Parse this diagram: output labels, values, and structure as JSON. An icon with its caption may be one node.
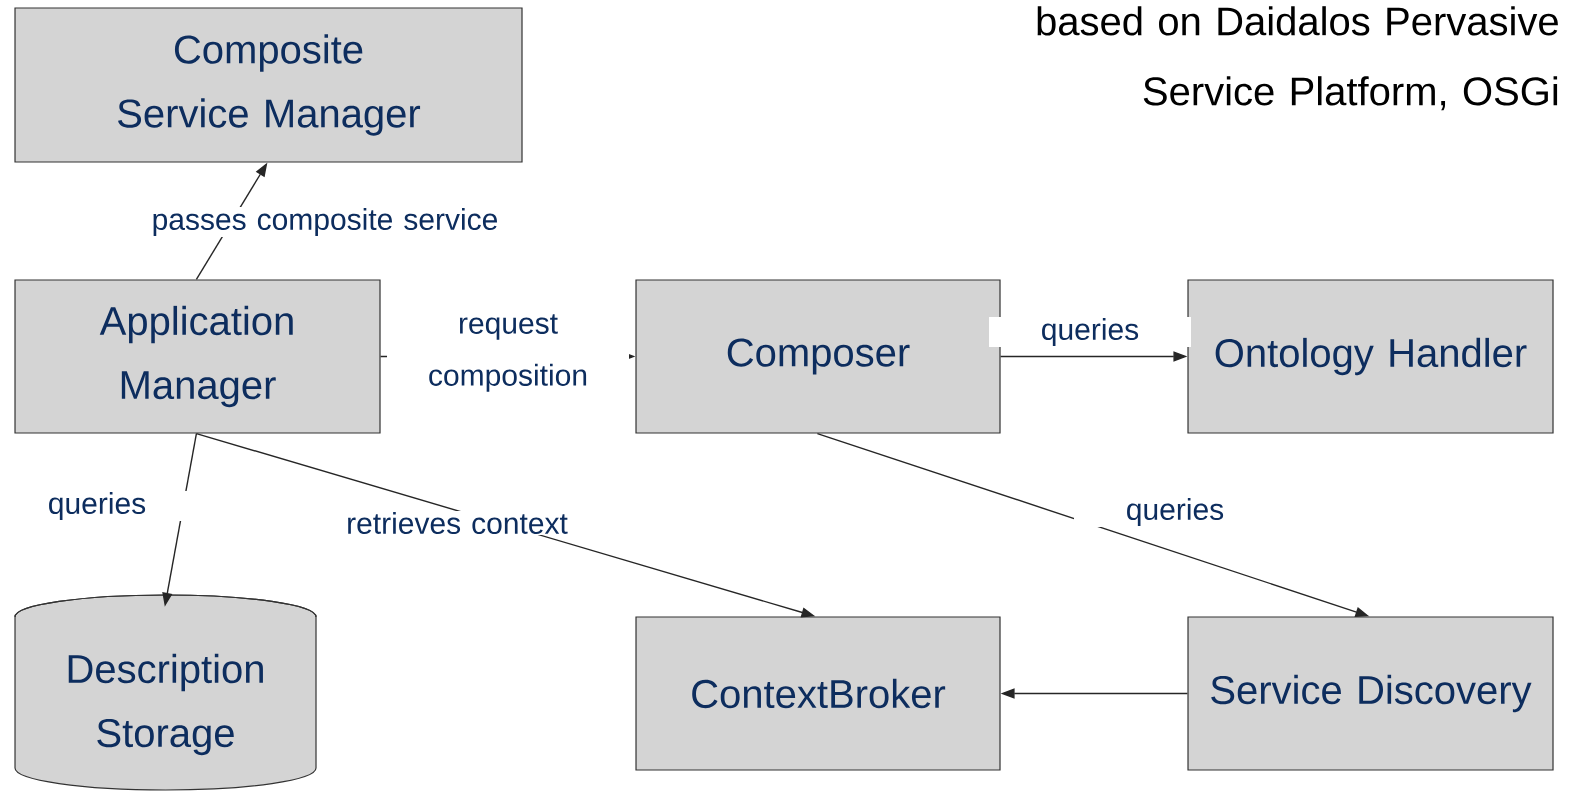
{
  "diagram": {
    "nodes": [
      {
        "text": [
          "Composite Service Manager"
        ]
      },
      {
        "text": [
          "Application Manager"
        ]
      },
      {
        "text": [
          "Composer"
        ]
      },
      {
        "text": [
          "Ontology Handler"
        ]
      },
      {
        "text": [
          "Description Storage"
        ]
      },
      {
        "text": [
          "ContextBroker"
        ]
      },
      {
        "text": [
          "Service Discovery"
        ]
      }
    ],
    "edges": [
      {
        "from": 1,
        "to": 0,
        "arrow": "to",
        "label": "passes composite service"
      },
      {
        "from": 1,
        "to": 2,
        "arrow": "to",
        "label": "request composition"
      },
      {
        "from": 2,
        "to": 3,
        "arrow": "to",
        "label": "queries"
      },
      {
        "from": 1,
        "to": 4,
        "arrow": "to",
        "label": "queries"
      },
      {
        "from": 1,
        "to": 5,
        "arrow": "to",
        "label": "retrieves context"
      },
      {
        "from": 2,
        "to": 6,
        "arrow": "to",
        "label": "queries"
      },
      {
        "from": 6,
        "to": 5,
        "arrow": "to"
      }
    ],
    "labels": [
      "based on Daidalos Pervasive Service Platform, OSGi"
    ]
  }
}
